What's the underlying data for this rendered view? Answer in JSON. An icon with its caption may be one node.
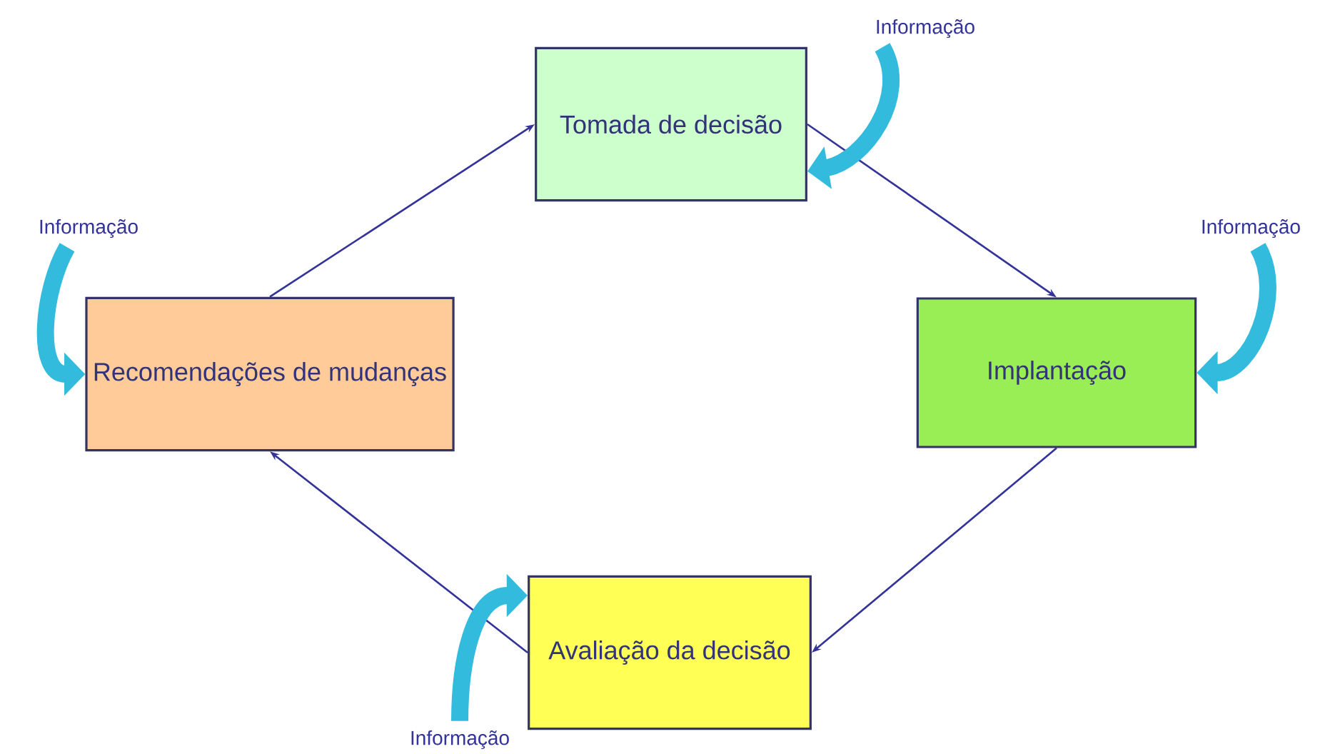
{
  "diagram": {
    "nodes": [
      {
        "text": [
          "Informação"
        ]
      },
      {
        "text": [
          "Tomada de decisão"
        ]
      },
      {
        "text": [
          "Informação"
        ]
      },
      {
        "text": [
          "Informação"
        ]
      },
      {
        "text": [
          "Recomendações de mudanças"
        ]
      },
      {
        "text": [
          "Implantação"
        ]
      },
      {
        "text": [
          "Avaliação da decisão"
        ]
      },
      {
        "text": [
          "Informação"
        ]
      }
    ],
    "edges": [
      {
        "from": 1,
        "to": 5,
        "arrow": "to"
      },
      {
        "from": 5,
        "to": 6,
        "arrow": "to"
      },
      {
        "from": 6,
        "to": 4,
        "arrow": "to"
      },
      {
        "from": 4,
        "to": 1,
        "arrow": "to"
      },
      {
        "from": 0,
        "to": 1,
        "arrow": "to",
        "style": "thick",
        "color": "#33bbdd"
      },
      {
        "from": 2,
        "to": 4,
        "arrow": "to",
        "style": "thick",
        "color": "#33bbdd"
      },
      {
        "from": 3,
        "to": 5,
        "arrow": "to",
        "style": "thick",
        "color": "#33bbdd"
      },
      {
        "from": 7,
        "to": 6,
        "arrow": "to",
        "style": "thick",
        "color": "#33bbdd"
      }
    ]
  }
}
